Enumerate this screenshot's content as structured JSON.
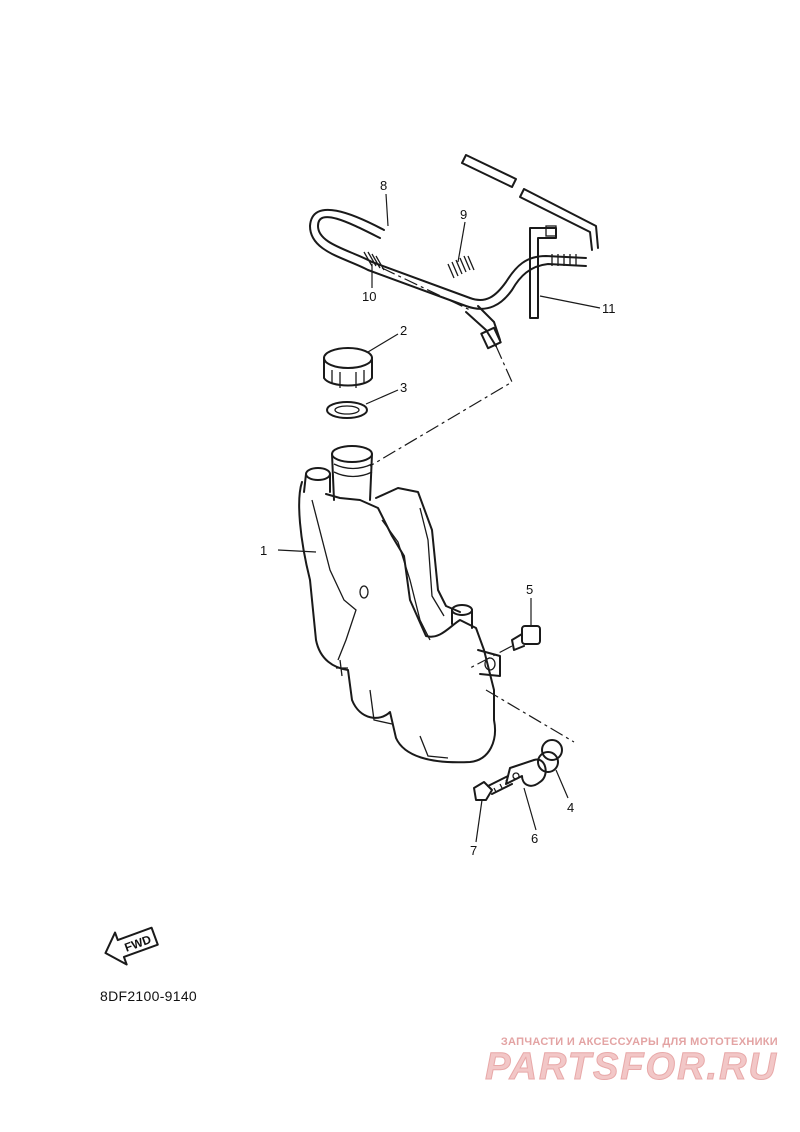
{
  "callouts": [
    {
      "id": "1",
      "label": "1"
    },
    {
      "id": "2",
      "label": "2"
    },
    {
      "id": "3",
      "label": "3"
    },
    {
      "id": "4",
      "label": "4"
    },
    {
      "id": "5",
      "label": "5"
    },
    {
      "id": "6",
      "label": "6"
    },
    {
      "id": "7",
      "label": "7"
    },
    {
      "id": "8",
      "label": "8"
    },
    {
      "id": "9",
      "label": "9"
    },
    {
      "id": "10",
      "label": "10"
    },
    {
      "id": "11",
      "label": "11"
    }
  ],
  "fwd_arrow_label": "FWD",
  "part_code": "8DF2100-9140",
  "watermark": {
    "tagline": "ЗАПЧАСТИ И АКСЕССУАРЫ ДЛЯ МОТОТЕХНИКИ",
    "brand": "PARTSFOR.RU"
  }
}
